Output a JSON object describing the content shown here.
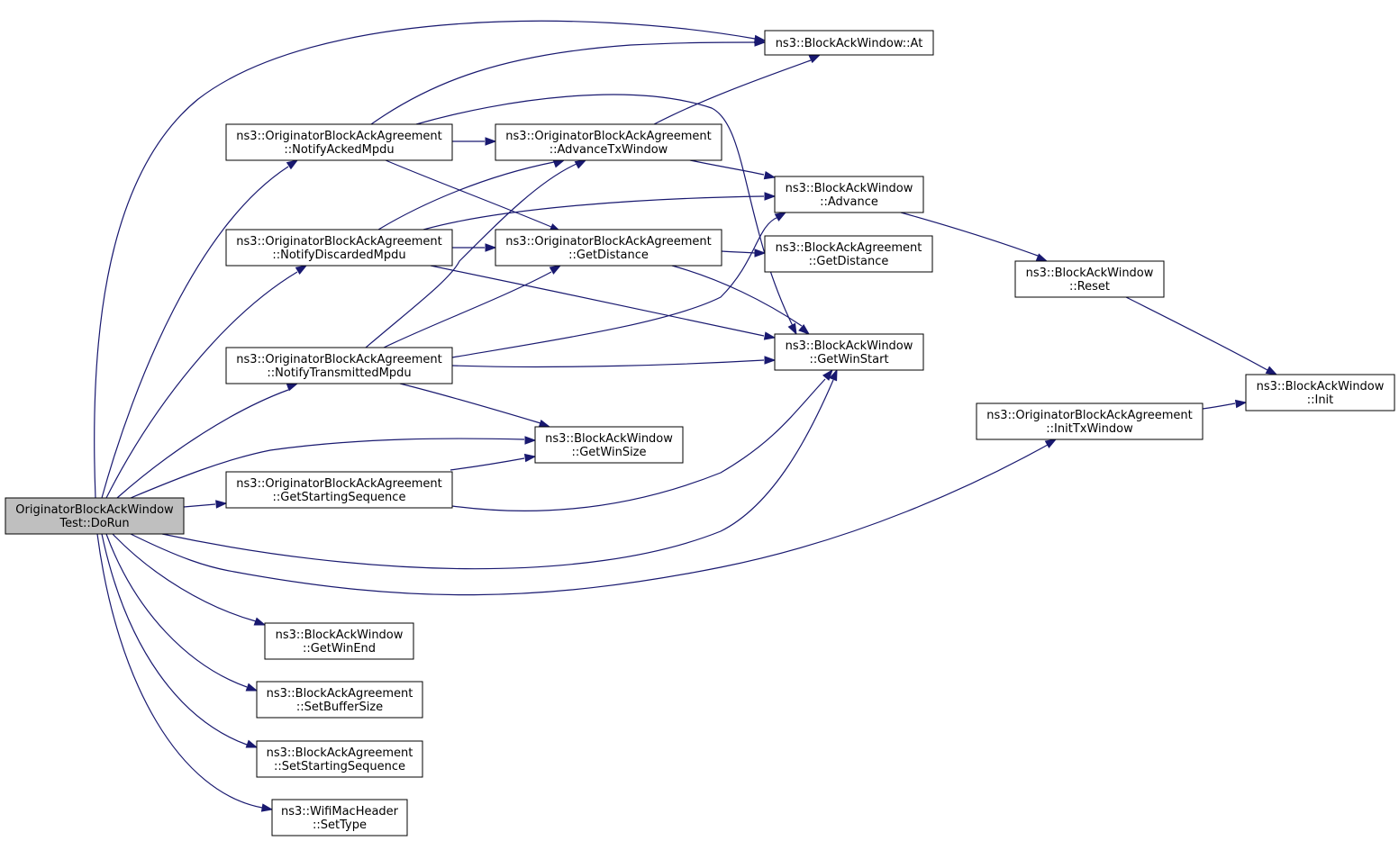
{
  "nodes": [
    {
      "id": "dorun",
      "lines": [
        "OriginatorBlockAckWindow",
        "Test::DoRun"
      ],
      "root": true
    },
    {
      "id": "at",
      "lines": [
        "ns3::BlockAckWindow::At"
      ]
    },
    {
      "id": "notifyacked",
      "lines": [
        "ns3::OriginatorBlockAckAgreement",
        "::NotifyAckedMpdu"
      ]
    },
    {
      "id": "advancetx",
      "lines": [
        "ns3::OriginatorBlockAckAgreement",
        "::AdvanceTxWindow"
      ]
    },
    {
      "id": "advance",
      "lines": [
        "ns3::BlockAckWindow",
        "::Advance"
      ]
    },
    {
      "id": "notifydiscarded",
      "lines": [
        "ns3::OriginatorBlockAckAgreement",
        "::NotifyDiscardedMpdu"
      ]
    },
    {
      "id": "getdistance_o",
      "lines": [
        "ns3::OriginatorBlockAckAgreement",
        "::GetDistance"
      ]
    },
    {
      "id": "getdistance_b",
      "lines": [
        "ns3::BlockAckAgreement",
        "::GetDistance"
      ]
    },
    {
      "id": "reset",
      "lines": [
        "ns3::BlockAckWindow",
        "::Reset"
      ]
    },
    {
      "id": "notifytransmitted",
      "lines": [
        "ns3::OriginatorBlockAckAgreement",
        "::NotifyTransmittedMpdu"
      ]
    },
    {
      "id": "getwinstart",
      "lines": [
        "ns3::BlockAckWindow",
        "::GetWinStart"
      ]
    },
    {
      "id": "init",
      "lines": [
        "ns3::BlockAckWindow",
        "::Init"
      ]
    },
    {
      "id": "inittx",
      "lines": [
        "ns3::OriginatorBlockAckAgreement",
        "::InitTxWindow"
      ]
    },
    {
      "id": "getwinsize",
      "lines": [
        "ns3::BlockAckWindow",
        "::GetWinSize"
      ]
    },
    {
      "id": "getstartingseq",
      "lines": [
        "ns3::OriginatorBlockAckAgreement",
        "::GetStartingSequence"
      ]
    },
    {
      "id": "getwinend",
      "lines": [
        "ns3::BlockAckWindow",
        "::GetWinEnd"
      ]
    },
    {
      "id": "setbuffersize",
      "lines": [
        "ns3::BlockAckAgreement",
        "::SetBufferSize"
      ]
    },
    {
      "id": "setstartingseq",
      "lines": [
        "ns3::BlockAckAgreement",
        "::SetStartingSequence"
      ]
    },
    {
      "id": "settype",
      "lines": [
        "ns3::WifiMacHeader",
        "::SetType"
      ]
    }
  ],
  "edges": [
    [
      "dorun",
      "at"
    ],
    [
      "dorun",
      "notifyacked"
    ],
    [
      "dorun",
      "notifydiscarded"
    ],
    [
      "dorun",
      "notifytransmitted"
    ],
    [
      "dorun",
      "getwinsize"
    ],
    [
      "dorun",
      "getstartingseq"
    ],
    [
      "dorun",
      "getwinstart"
    ],
    [
      "dorun",
      "inittx"
    ],
    [
      "dorun",
      "getwinend"
    ],
    [
      "dorun",
      "setbuffersize"
    ],
    [
      "dorun",
      "setstartingseq"
    ],
    [
      "dorun",
      "settype"
    ],
    [
      "notifyacked",
      "at"
    ],
    [
      "notifyacked",
      "advancetx"
    ],
    [
      "notifyacked",
      "getdistance_o"
    ],
    [
      "notifyacked",
      "getwinstart"
    ],
    [
      "advancetx",
      "at"
    ],
    [
      "advancetx",
      "advance"
    ],
    [
      "notifydiscarded",
      "advancetx"
    ],
    [
      "notifydiscarded",
      "advance"
    ],
    [
      "notifydiscarded",
      "getdistance_o"
    ],
    [
      "notifydiscarded",
      "getwinstart"
    ],
    [
      "getdistance_o",
      "getdistance_b"
    ],
    [
      "getdistance_o",
      "getwinstart"
    ],
    [
      "advance",
      "reset"
    ],
    [
      "reset",
      "init"
    ],
    [
      "notifytransmitted",
      "advancetx"
    ],
    [
      "notifytransmitted",
      "getdistance_o"
    ],
    [
      "notifytransmitted",
      "advance"
    ],
    [
      "notifytransmitted",
      "getwinstart"
    ],
    [
      "notifytransmitted",
      "getwinsize"
    ],
    [
      "getstartingseq",
      "getwinsize"
    ],
    [
      "getstartingseq",
      "getwinstart"
    ],
    [
      "inittx",
      "init"
    ]
  ]
}
